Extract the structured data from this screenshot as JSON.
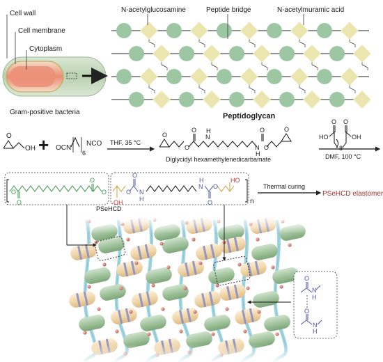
{
  "colors": {
    "glycan_circle": "#9cc7a2",
    "glycan_diamond": "#ebe6b0",
    "ester_green": "#3f9a4a",
    "carbamate_blue": "#4a56a8",
    "hydroxyl_red": "#c23838",
    "elastomer_label": "#a03030",
    "capsule_green": "#a9c9a6",
    "capsule_beige": "#f0d9b0",
    "chain_blue": "#9fd3e0"
  },
  "bacteria": {
    "cell_wall_label": "Cell wall",
    "cell_membrane_label": "Cell membrane",
    "cytoplasm_label": "Cytoplasm",
    "caption": "Gram-positive bacteria"
  },
  "peptidoglycan": {
    "nag_label": "N-acetylglucosamine",
    "bridge_label": "Peptide bridge",
    "nam_label": "N-acetylmuramic acid",
    "caption": "Peptidoglycan"
  },
  "synthesis": {
    "glycidol_oh": "OH",
    "plus": "+",
    "diisocyanate_left": "OCN",
    "diisocyanate_sub": "6",
    "diisocyanate_right": "NCO",
    "step1_condition": "THF, 35 °C",
    "intermediate_name": "Diglycidyl hexamethylenedicarbamate",
    "carbamate_o": "O",
    "carbamate_nh": "H",
    "carbamate_n": "N",
    "acid_ho": "HO",
    "acid_oh": "OH",
    "acid_o": "O",
    "acid_sub": "8",
    "step2_condition": "DMF, 100 °C"
  },
  "polymer": {
    "name": "PSeHCD",
    "repeat_n": "n",
    "oh_label": "OH",
    "ho_label": "HO",
    "nh_label": "H",
    "n_label": "N",
    "o_label": "O",
    "curing_label": "Thermal curing",
    "product": "PSeHCD elastomer"
  },
  "inset": {
    "o_label": "O",
    "n_label": "N",
    "h_label": "H"
  }
}
